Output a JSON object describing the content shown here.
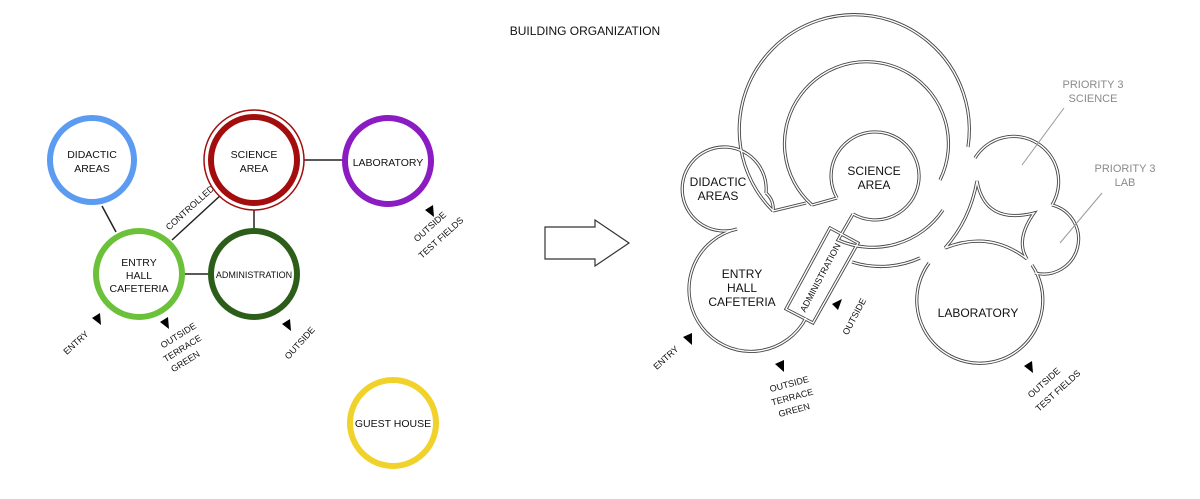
{
  "title": "BUILDING ORGANIZATION",
  "bubble_diagram": {
    "nodes": {
      "didactic": {
        "lines": [
          "DIDACTIC",
          "AREAS"
        ],
        "color": "#5b9cf2"
      },
      "science": {
        "lines": [
          "SCIENCE",
          "AREA"
        ],
        "color": "#a30d0d"
      },
      "laboratory": {
        "lines": [
          "LABORATORY"
        ],
        "color": "#8a1cc1"
      },
      "entry": {
        "lines": [
          "ENTRY",
          "HALL",
          "CAFETERIA"
        ],
        "color": "#6cc13a"
      },
      "administration": {
        "lines": [
          "ADMINISTRATION"
        ],
        "color": "#2c5e1a"
      },
      "guest_house": {
        "lines": [
          "GUEST HOUSE"
        ],
        "color": "#f0d22a"
      }
    },
    "connections": [
      {
        "from": "didactic",
        "to": "entry",
        "label": ""
      },
      {
        "from": "entry",
        "to": "science",
        "label": "CONTROLLED"
      },
      {
        "from": "science",
        "to": "laboratory",
        "label": ""
      },
      {
        "from": "science",
        "to": "administration",
        "label": ""
      },
      {
        "from": "entry",
        "to": "administration",
        "label": ""
      }
    ],
    "access_labels": {
      "entry": [
        "ENTRY"
      ],
      "outside_terrace": [
        "OUTSIDE",
        "TERRACE",
        "GREEN"
      ],
      "outside_admin": [
        "OUTSIDE"
      ],
      "outside_test": [
        "OUTSIDE",
        "TEST FIELDS"
      ]
    }
  },
  "transition_arrow": "arrow-right",
  "plan_diagram": {
    "rooms": {
      "didactic": [
        "DIDACTIC",
        "AREAS"
      ],
      "science": [
        "SCIENCE",
        "AREA"
      ],
      "entry": [
        "ENTRY",
        "HALL",
        "CAFETERIA"
      ],
      "administration": [
        "ADMINISTRATION"
      ],
      "laboratory": [
        "LABORATORY"
      ],
      "priority_science": [
        "PRIORITY 3",
        "SCIENCE"
      ],
      "priority_lab": [
        "PRIORITY 3",
        "LAB"
      ]
    },
    "access_labels": {
      "entry": [
        "ENTRY"
      ],
      "outside_terrace": [
        "OUTSIDE",
        "TERRACE",
        "GREEN"
      ],
      "outside_admin": [
        "OUTSIDE"
      ],
      "outside_test": [
        "OUTSIDE",
        "TEST FIELDS"
      ]
    }
  }
}
